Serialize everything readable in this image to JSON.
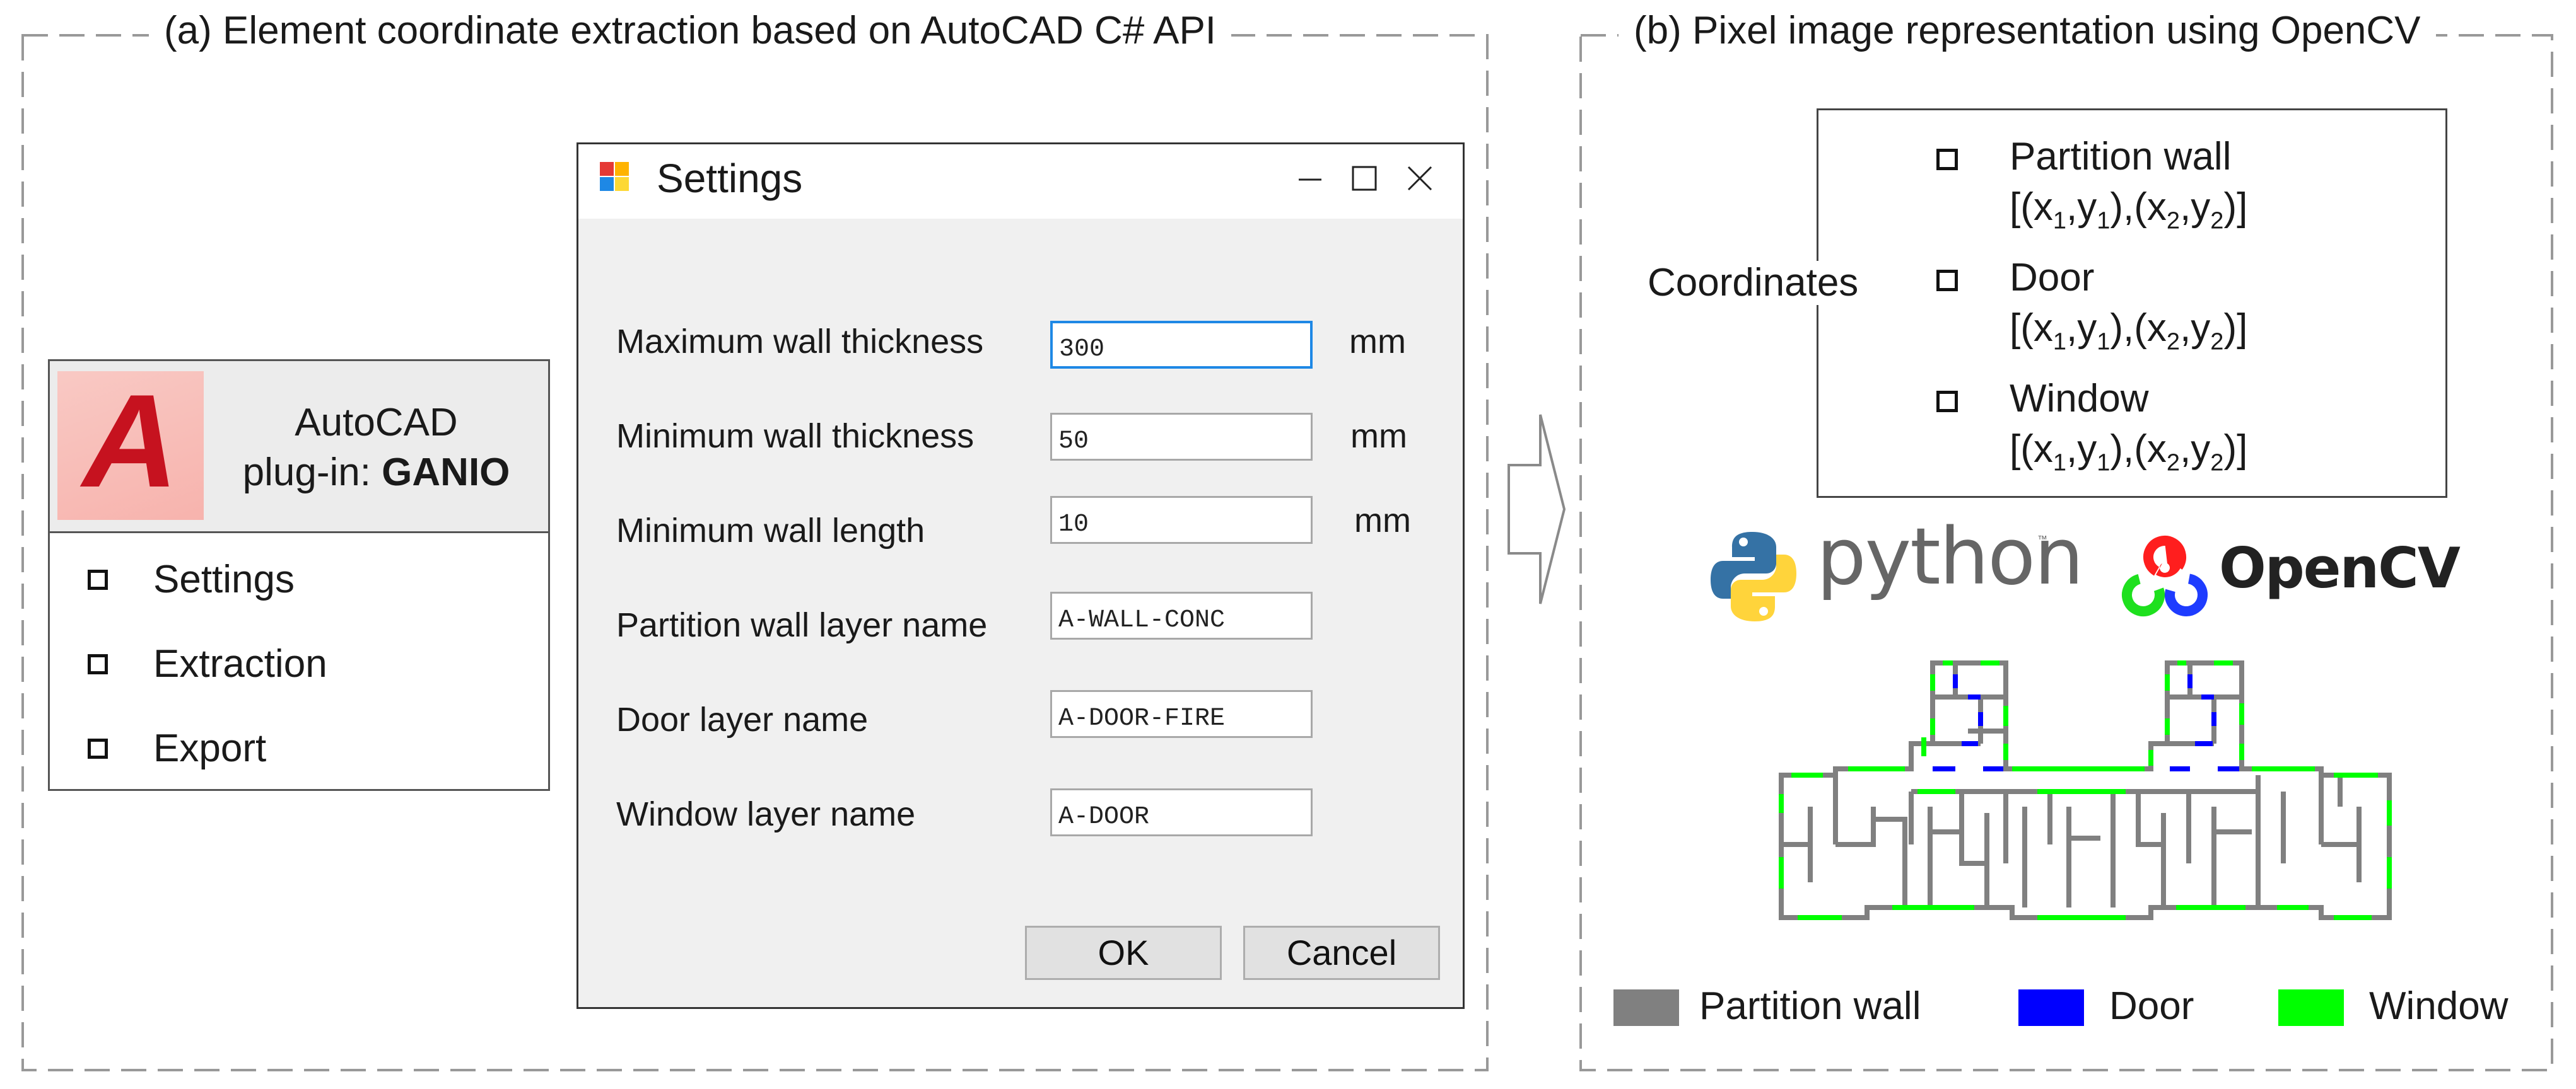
{
  "panel_a": {
    "title": "(a) Element coordinate extraction based on AutoCAD C# API",
    "plugin": {
      "title_line1": "AutoCAD",
      "title_prefix": "plug-in: ",
      "title_name": "GANIO",
      "items": [
        "Settings",
        "Extraction",
        "Export"
      ],
      "logo_letter": "A"
    },
    "dialog": {
      "title": "Settings",
      "fields": [
        {
          "label": "Maximum wall thickness",
          "value": "300",
          "unit": "mm"
        },
        {
          "label": "Minimum wall thickness",
          "value": "50",
          "unit": "mm"
        },
        {
          "label": "Minimum wall length",
          "value": "10",
          "unit": "mm"
        },
        {
          "label": "Partition wall layer name",
          "value": "A-WALL-CONC"
        },
        {
          "label": "Door layer name",
          "value": "A-DOOR-FIRE"
        },
        {
          "label": "Window layer name",
          "value": "A-DOOR"
        }
      ],
      "ok_label": "OK",
      "cancel_label": "Cancel"
    }
  },
  "panel_b": {
    "title": "(b) Pixel image representation using OpenCV",
    "coordinates_label": "Coordinates",
    "items": [
      {
        "name": "Partition wall"
      },
      {
        "name": "Door"
      },
      {
        "name": "Window"
      }
    ],
    "python_label": "python",
    "python_tm": "™",
    "opencv_label": "OpenCV",
    "legend": [
      {
        "label": "Partition wall",
        "color": "#808080"
      },
      {
        "label": "Door",
        "color": "#0000ff"
      },
      {
        "label": "Window",
        "color": "#00ff00"
      }
    ]
  },
  "colors": {
    "wall": "#808080",
    "door": "#0000ff",
    "window": "#00ff00",
    "dashed_border": "#999999",
    "active_field": "#1e88e5"
  }
}
